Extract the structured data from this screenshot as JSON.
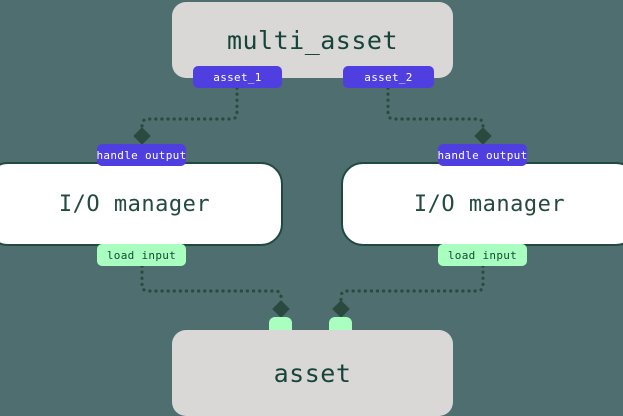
{
  "diagram": {
    "type": "dataflow-graph",
    "background_color": "#4e6e70",
    "edge_color": "#2b4a3f",
    "edge_style": "dotted-orthogonal",
    "arrowhead": "diamond",
    "nodes": {
      "multi_asset": {
        "title": "multi_asset",
        "fill": "#d9d8d6",
        "outputs": [
          {
            "label": "asset_1",
            "color": "#4f3fe0"
          },
          {
            "label": "asset_2",
            "color": "#4f3fe0"
          }
        ]
      },
      "io_manager_left": {
        "title": "I/O manager",
        "fill": "#ffffff",
        "border": "#204a3f",
        "input_badge": "handle output",
        "output_badge": "load input"
      },
      "io_manager_right": {
        "title": "I/O manager",
        "fill": "#ffffff",
        "border": "#204a3f",
        "input_badge": "handle output",
        "output_badge": "load input"
      },
      "asset": {
        "title": "asset",
        "fill": "#d9d8d6",
        "inputs": [
          {
            "label": "",
            "color": "#a8ffc0"
          },
          {
            "label": "",
            "color": "#a8ffc0"
          }
        ]
      }
    },
    "edges": [
      {
        "from": "asset_1",
        "to": "handle output (left I/O manager)"
      },
      {
        "from": "asset_2",
        "to": "handle output (right I/O manager)"
      },
      {
        "from": "load input (left I/O manager)",
        "to": "asset input 1"
      },
      {
        "from": "load input (right I/O manager)",
        "to": "asset input 2"
      }
    ]
  }
}
